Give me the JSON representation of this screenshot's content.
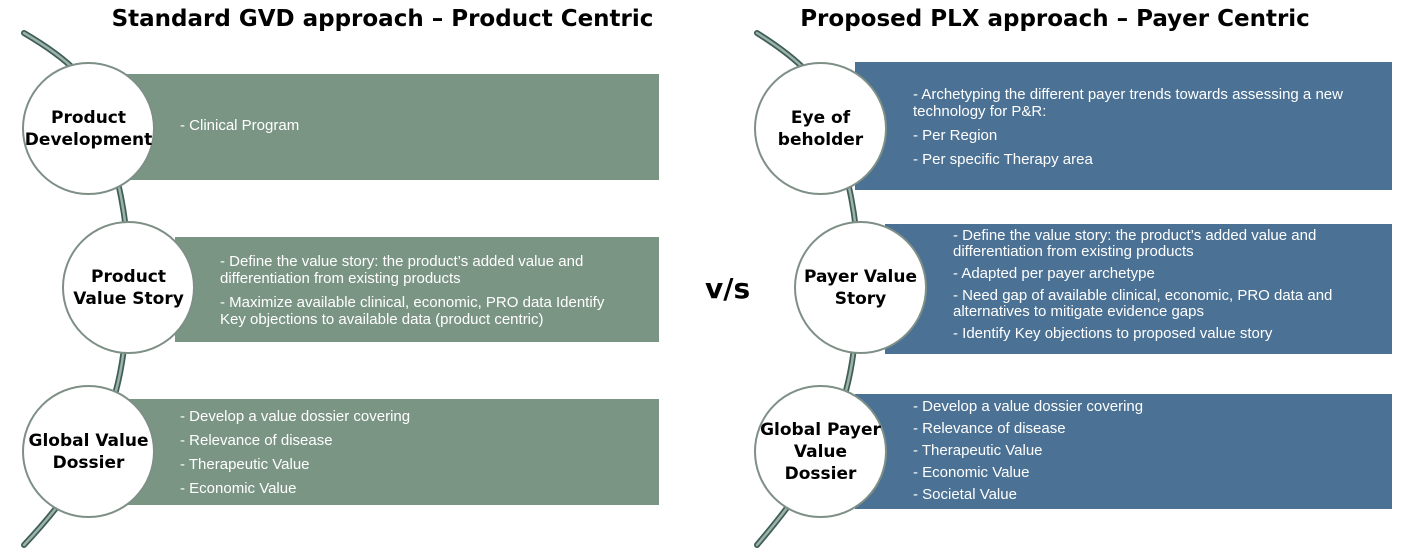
{
  "left": {
    "title": "Standard GVD approach – Product Centric",
    "steps": [
      {
        "label": [
          "Product",
          "Development"
        ],
        "items": [
          [
            "- Clinical Program"
          ]
        ]
      },
      {
        "label": [
          "Product",
          "Value Story"
        ],
        "items": [
          [
            "- Define the value story: the product’s added value and",
            "differentiation from existing products"
          ],
          [
            "- Maximize available clinical, economic, PRO data Identify",
            "Key objections to available data (product centric)"
          ]
        ]
      },
      {
        "label": [
          "Global Value",
          "Dossier"
        ],
        "items": [
          [
            "- Develop a value dossier covering"
          ],
          [
            "- Relevance of disease"
          ],
          [
            "- Therapeutic Value"
          ],
          [
            "- Economic Value"
          ]
        ]
      }
    ]
  },
  "separator": "v/s",
  "right": {
    "title": "Proposed PLX approach – Payer Centric",
    "steps": [
      {
        "label": [
          "Eye of",
          "beholder"
        ],
        "items": [
          [
            "- Archetyping the different payer trends towards assessing a new",
            "technology for P&R:"
          ],
          [
            "- Per Region"
          ],
          [
            "- Per specific Therapy area"
          ]
        ]
      },
      {
        "label": [
          "Payer Value",
          "Story"
        ],
        "items": [
          [
            "- Define the value story: the product’s added value and",
            "differentiation from existing products"
          ],
          [
            "- Adapted per payer archetype"
          ],
          [
            "- Need gap of available clinical, economic, PRO data and",
            "alternatives to mitigate evidence gaps"
          ],
          [
            "- Identify Key objections to proposed value story"
          ]
        ]
      },
      {
        "label": [
          "Global Payer",
          "Value Dossier"
        ],
        "items": [
          [
            "- Develop a value dossier covering"
          ],
          [
            "- Relevance of disease"
          ],
          [
            "- Therapeutic Value"
          ],
          [
            "- Economic Value"
          ],
          [
            "- Societal Value"
          ]
        ]
      }
    ]
  },
  "colors": {
    "left_box": "#7b9585",
    "right_box": "#4b7194",
    "circle_border": "#7e8f86",
    "curve": "#5d7a70"
  }
}
